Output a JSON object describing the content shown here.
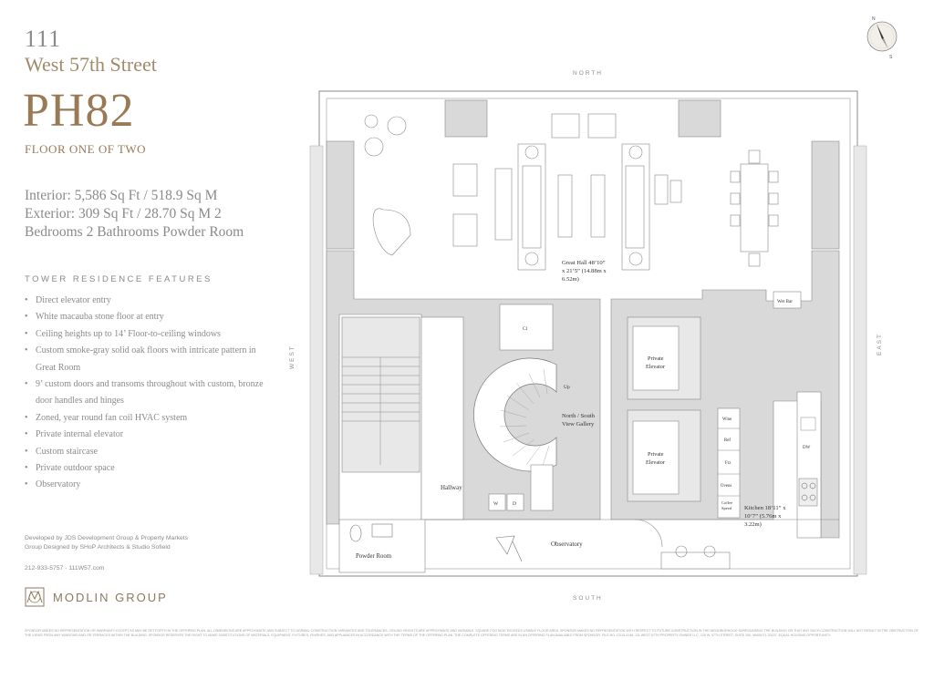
{
  "header": {
    "address_number": "111",
    "address_street": "West 57th Street",
    "unit": "PH82",
    "floor_label": "FLOOR ONE OF TWO"
  },
  "summary": "Interior: 5,586 Sq Ft / 518.9 Sq M Exterior: 309 Sq Ft / 28.70 Sq M 2 Bedrooms 2 Bathrooms Powder Room",
  "features_title": "TOWER RESIDENCE FEATURES",
  "features": [
    "Direct elevator entry",
    "White macauba stone floor at entry",
    "Ceiling heights up to 14’ Floor-to-ceiling windows",
    "Custom smoke-gray solid oak floors with intricate pattern in Great Room",
    "9’ custom doors and transoms throughout with custom, bronze door handles and hinges",
    "Zoned, year round fan coil HVAC system",
    "Private internal elevator",
    "Custom staircase",
    "Private outdoor space",
    "Observatory"
  ],
  "developer_credit": "Developed by JDS Development Group & Property Markets Group Designed by SHoP Architects & Studio Sofield",
  "contact": "212-933-5757 · 111W57.com",
  "brand": {
    "logo_text": "MODLIN GROUP"
  },
  "disclaimer": "Sponsor makes no representation or warranty except as may be set forth in the offering plan. All dimensions are approximate and subject to normal construction variances and tolerances. Ceiling heights are approximate and variable. Square footage exceeds usable floor area. Sponsor makes no representation with respect to future construction in the neighborhood surrounding the building or that any such construction will not result in the obstruction of the views from any windows and or terraces within the building. Sponsor reserves the right to make substitutions of materials, equipment, fixtures, finishes, and appliances in accordance with the terms of the offering plan. The complete offering terms are in an offering plan available from sponsor. File No. CD15-0146. 111 West 57th Property Owner LLC, 120 W. 57th Street, Suite 200, Miami FL 33137. Equal Housing Opportunity.",
  "compass": {
    "north": "N",
    "south": "S"
  },
  "plan": {
    "directions": {
      "north": "NORTH",
      "south": "SOUTH",
      "east": "EAST",
      "west": "WEST"
    },
    "rooms": {
      "great_hall_l1": "Great Hall 48’10”",
      "great_hall_l2": "x 21’5” (14.88m x",
      "great_hall_l3": "6.52m)",
      "wet_bar": "Wet Bar",
      "cl": "Cl",
      "up": "Up",
      "gallery_l1": "North / South",
      "gallery_l2": "View Gallery",
      "elevator1_l1": "Private",
      "elevator1_l2": "Elevator",
      "elevator2_l1": "Private",
      "elevator2_l2": "Elevator",
      "hallway": "Hallway",
      "w": "W",
      "d": "D",
      "wine": "Wine",
      "ref": "Ref",
      "frz": "Frz",
      "ovens": "Ovens",
      "coffee_l1": "Coffee",
      "coffee_l2": "Speed",
      "dw": "DW",
      "kitchen_l1": "Kitchen 18’11” x",
      "kitchen_l2": "10’7” (5.76m x",
      "kitchen_l3": "3.22m)",
      "observatory": "Observatory",
      "powder_room": "Powder Room"
    }
  },
  "colors": {
    "gold": "#9a7a55",
    "grey_text": "#8a8a8a",
    "wall_fill": "#d9d9d9",
    "wall_stroke": "#8a8a8a"
  }
}
